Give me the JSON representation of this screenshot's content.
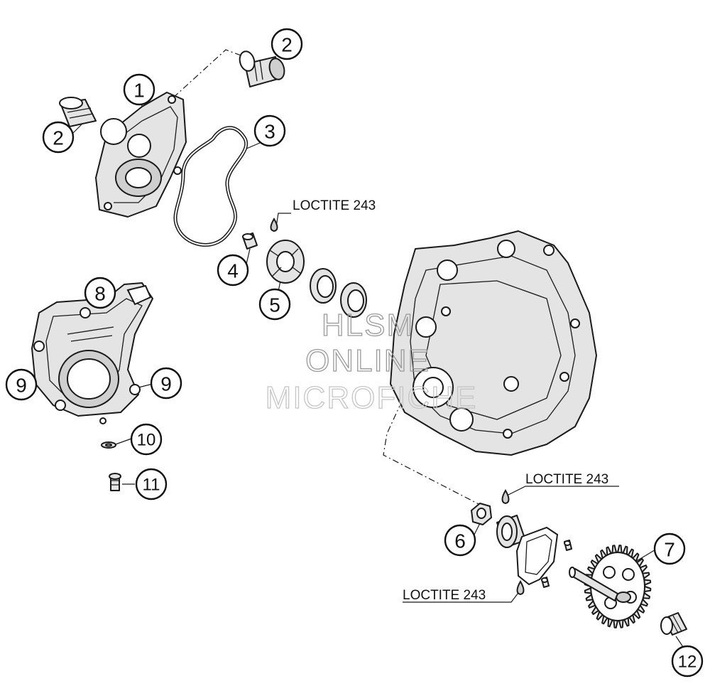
{
  "callouts": [
    {
      "id": "c1",
      "number": "1"
    },
    {
      "id": "c2a",
      "number": "2"
    },
    {
      "id": "c2b",
      "number": "2"
    },
    {
      "id": "c3",
      "number": "3"
    },
    {
      "id": "c4",
      "number": "4"
    },
    {
      "id": "c5",
      "number": "5"
    },
    {
      "id": "c6",
      "number": "6"
    },
    {
      "id": "c7",
      "number": "7"
    },
    {
      "id": "c8",
      "number": "8"
    },
    {
      "id": "c9a",
      "number": "9"
    },
    {
      "id": "c9b",
      "number": "9"
    },
    {
      "id": "c10",
      "number": "10"
    },
    {
      "id": "c11",
      "number": "11"
    },
    {
      "id": "c12",
      "number": "12"
    }
  ],
  "loctite_labels": [
    "LOCTITE 243",
    "LOCTITE 243",
    "LOCTITE 243"
  ],
  "watermark": {
    "line1": "HLSM",
    "line2": "ONLINE",
    "line3": "MICROFICHE"
  }
}
